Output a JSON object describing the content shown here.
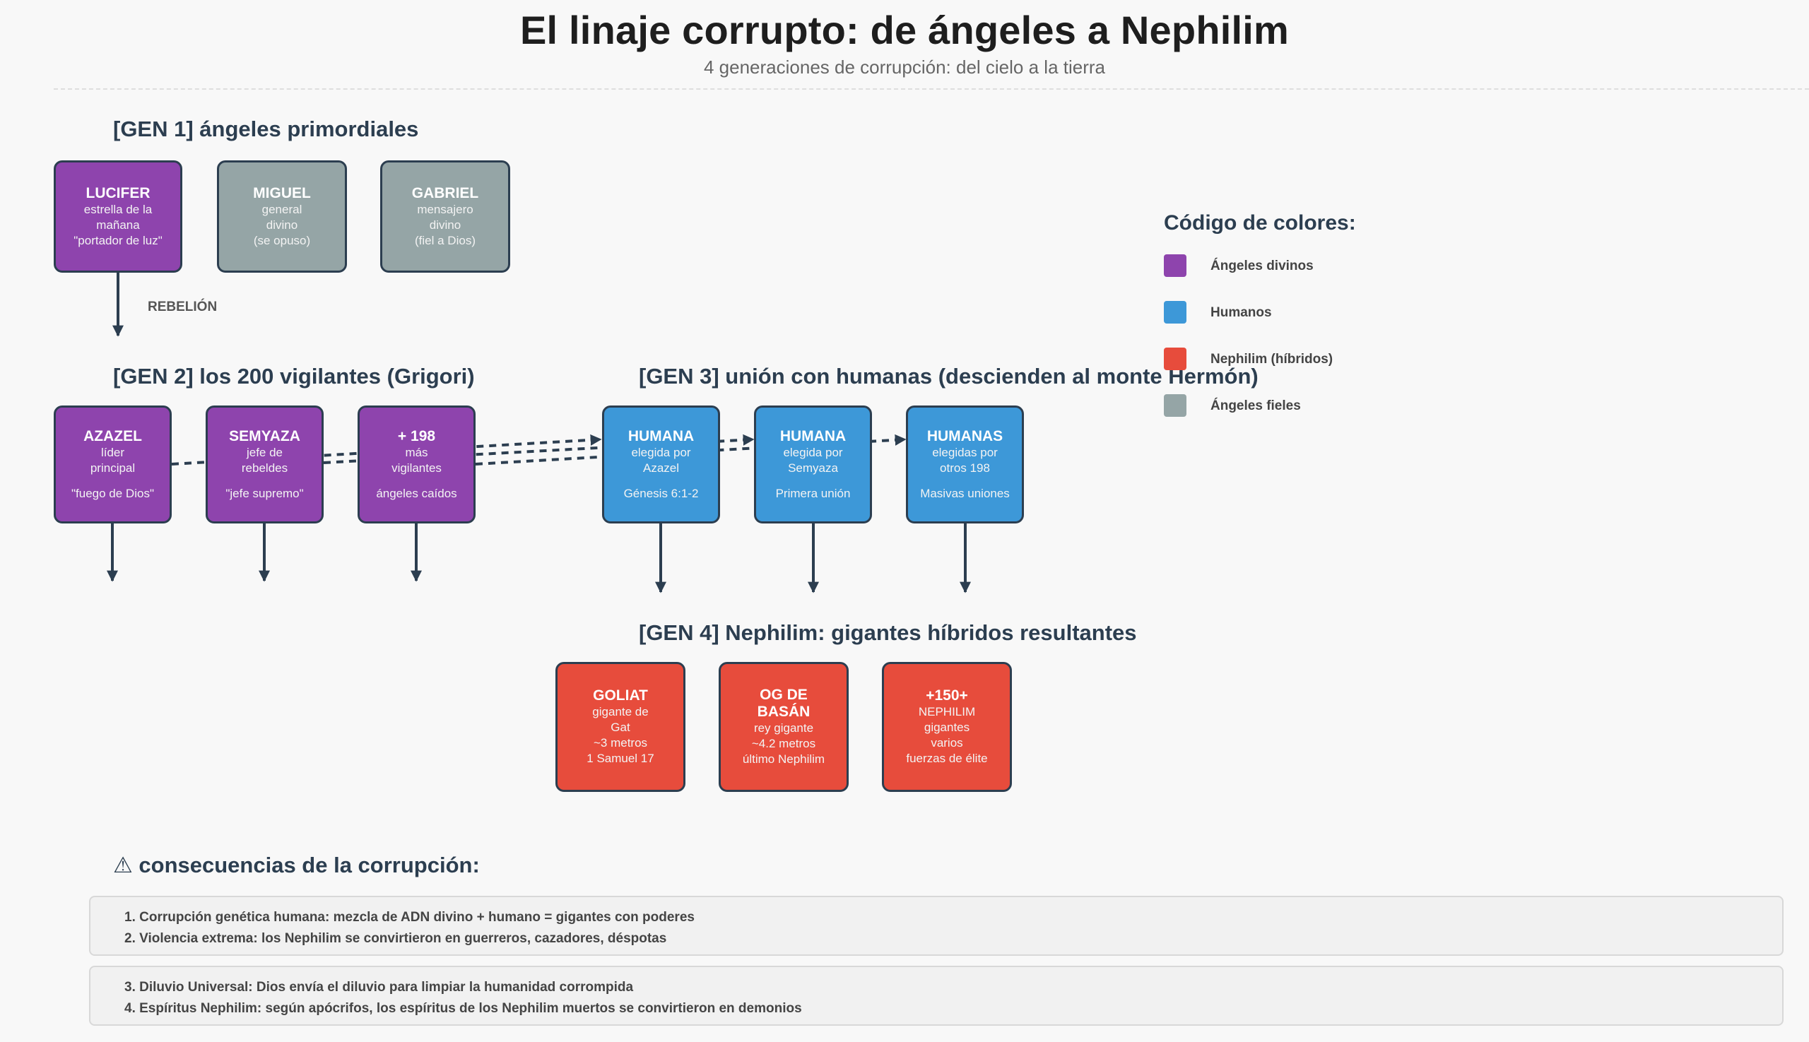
{
  "title": "El linaje corrupto: de ángeles a Nephilim",
  "subtitle": "4 generaciones de corrupción: del cielo a la tierra",
  "gen1": {
    "heading": "[GEN 1] ángeles primordiales",
    "boxes": [
      {
        "name": "LUCIFER",
        "lines": [
          "estrella de la",
          "mañana",
          "\"portador de luz\""
        ]
      },
      {
        "name": "MIGUEL",
        "lines": [
          "general",
          "divino",
          "(se opuso)"
        ]
      },
      {
        "name": "GABRIEL",
        "lines": [
          "mensajero",
          "divino",
          "(fiel a Dios)"
        ]
      }
    ],
    "arrow_label": "REBELIÓN"
  },
  "gen2": {
    "heading": "[GEN 2] los 200 vigilantes (Grigori)",
    "boxes": [
      {
        "name": "AZAZEL",
        "lines": [
          "líder",
          "principal",
          "",
          "\"fuego de Dios\""
        ]
      },
      {
        "name": "SEMYAZA",
        "lines": [
          "jefe de",
          "rebeldes",
          "",
          "\"jefe supremo\""
        ]
      },
      {
        "name": "+ 198",
        "lines": [
          "más",
          "vigilantes",
          "",
          "ángeles caídos"
        ]
      }
    ]
  },
  "gen3": {
    "heading": "[GEN 3] unión con humanas (descienden al monte Hermón)",
    "boxes": [
      {
        "name": "HUMANA",
        "lines": [
          "elegida por",
          "Azazel",
          "",
          "Génesis 6:1-2"
        ]
      },
      {
        "name": "HUMANA",
        "lines": [
          "elegida por",
          "Semyaza",
          "",
          "Primera unión"
        ]
      },
      {
        "name": "HUMANAS",
        "lines": [
          "elegidas por",
          "otros 198",
          "",
          "Masivas uniones"
        ]
      }
    ]
  },
  "gen4": {
    "heading": "[GEN 4] Nephilim: gigantes híbridos resultantes",
    "boxes": [
      {
        "name": "GOLIAT",
        "lines": [
          "gigante de",
          "Gat",
          "~3 metros",
          "1 Samuel 17"
        ]
      },
      {
        "name": "OG DE\nBASÁN",
        "lines": [
          "rey gigante",
          "~4.2 metros",
          "último Nephilim"
        ]
      },
      {
        "name": "+150+",
        "lines": [
          "NEPHILIM",
          "gigantes",
          "varios",
          "fuerzas de élite"
        ]
      }
    ]
  },
  "legend": {
    "title": "Código de colores:",
    "items": [
      {
        "label": "Ángeles divinos",
        "color": "#8e44ad"
      },
      {
        "label": "Humanos",
        "color": "#3d98d8"
      },
      {
        "label": "Nephilim (híbridos)",
        "color": "#e74c3c"
      },
      {
        "label": "Ángeles fieles",
        "color": "#95a5a6"
      }
    ]
  },
  "consequences": {
    "heading": "⚠ consecuencias de la corrupción:",
    "panels": [
      [
        "1. Corrupción genética humana: mezcla de ADN divino + humano = gigantes con poderes",
        "2. Violencia extrema: los Nephilim se convirtieron en guerreros, cazadores, déspotas"
      ],
      [
        "3. Diluvio Universal: Dios envía el diluvio para limpiar la humanidad corrompida",
        "4. Espíritus Nephilim: según apócrifos, los espíritus de los Nephilim muertos se convirtieron en demonios"
      ]
    ]
  },
  "colors": {
    "line": "#2c3e50"
  }
}
